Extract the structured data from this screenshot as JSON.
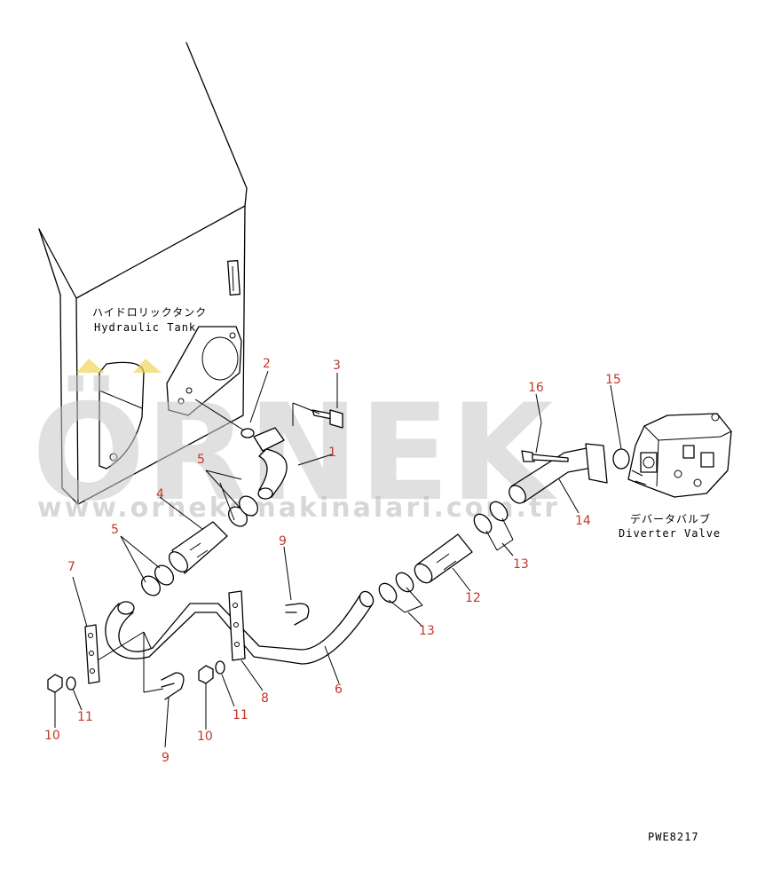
{
  "labels": {
    "tank_jp": "ハイドロリックタンク",
    "tank_en": "Hydraulic Tank",
    "valve_jp": "デバータバルブ",
    "valve_en": "Diverter Valve",
    "drawing_code": "PWE8217"
  },
  "watermark": {
    "brand": "ÖRNEK",
    "url": "www.orneksmakinalari.com.tr"
  },
  "callouts": {
    "c1": "1",
    "c2": "2",
    "c3": "3",
    "c4": "4",
    "c5a": "5",
    "c5b": "5",
    "c6": "6",
    "c7": "7",
    "c8": "8",
    "c9a": "9",
    "c9b": "9",
    "c10a": "10",
    "c10b": "10",
    "c11a": "11",
    "c11b": "11",
    "c12": "12",
    "c13a": "13",
    "c13b": "13",
    "c14": "14",
    "c15": "15",
    "c16": "16"
  }
}
